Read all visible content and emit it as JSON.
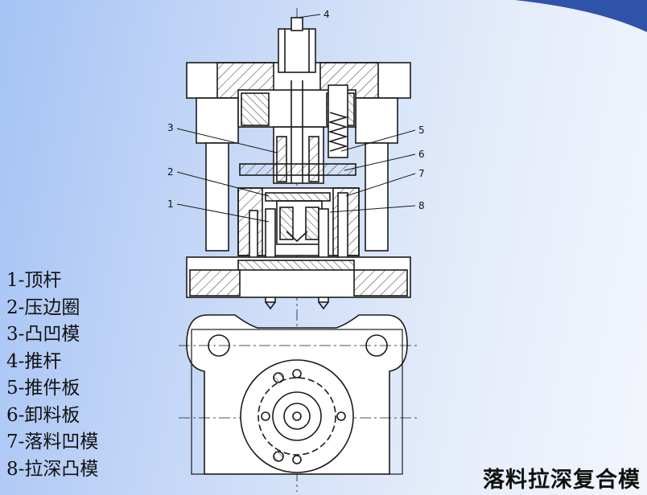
{
  "callouts": [
    "1",
    "2",
    "3",
    "4",
    "5",
    "6",
    "7",
    "8"
  ],
  "legend": [
    "1-顶杆",
    "2-压边圈",
    "3-凸凹模",
    "4-推杆",
    "5-推件板",
    "6-卸料板",
    "7-落料凹模",
    "8-拉深凸模"
  ],
  "caption": "落料拉深复合模",
  "colors": {
    "line": "#1a1a1a",
    "hatch": "#333333",
    "swoosh": "#2f53a8"
  }
}
